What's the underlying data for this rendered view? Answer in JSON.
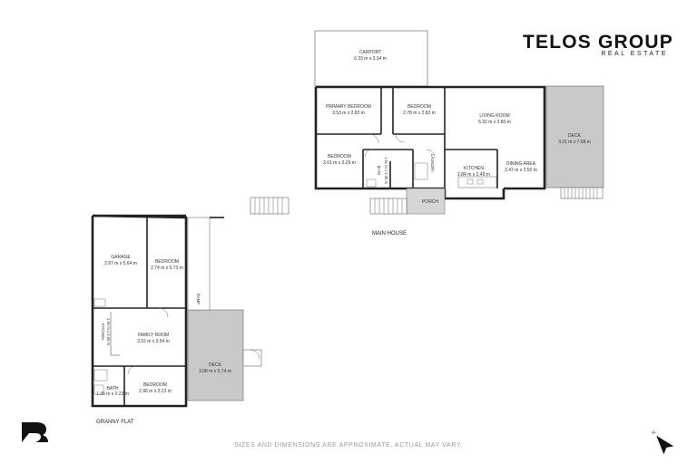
{
  "brand": {
    "name": "TELOS GROUP",
    "tagline": "REAL ESTATE"
  },
  "main_house": {
    "label": "MAIN HOUSE",
    "rooms": {
      "carport": {
        "name": "CARPORT",
        "dims": "6.33 m x 3.34 m"
      },
      "primary_bedroom": {
        "name": "PRIMARY BEDROOM",
        "dims": "3.53 m x 2.82 m"
      },
      "bedroom_2": {
        "name": "BEDROOM",
        "dims": "2.78 m x 2.82 m"
      },
      "bedroom_3": {
        "name": "BEDROOM",
        "dims": "2.61 m x 3.29 m"
      },
      "living_room": {
        "name": "LIVING ROOM",
        "dims": "5.32 m x 3.80 m"
      },
      "deck": {
        "name": "DECK",
        "dims": "3.21 m x 7.08 m"
      },
      "bath": {
        "name": "BATH",
        "dims": "1.51 m x 2.30 m"
      },
      "laundry": {
        "name": "LAUNDRY"
      },
      "kitchen": {
        "name": "KITCHEN",
        "dims": "2.84 m x 2.49 m"
      },
      "dining_area": {
        "name": "DINING AREA",
        "dims": "2.47 m x 2.50 m"
      },
      "porch": {
        "name": "PORCH"
      }
    }
  },
  "granny_flat": {
    "label": "GRANNY FLAT",
    "rooms": {
      "garage": {
        "name": "GARAGE",
        "dims": "2.87 m x 5.64 m"
      },
      "bedroom_a": {
        "name": "BEDROOM",
        "dims": "2.74 m x 5.73 m"
      },
      "family_room": {
        "name": "FAMILY ROOM",
        "dims": "3.16 m x 3.54 m"
      },
      "kitchen": {
        "name": "KITCHEN",
        "dims": "1.94 m x 2.66 m"
      },
      "deck": {
        "name": "DECK",
        "dims": "3.08 m x 5.74 m"
      },
      "bath": {
        "name": "BATH",
        "dims": "1.36 m x 2.23 m"
      },
      "bedroom_b": {
        "name": "BEDROOM",
        "dims": "2.96 m x 2.23 m"
      },
      "ramp": {
        "name": "RAMP"
      }
    }
  },
  "footer_note": "SIZES AND DIMENSIONS ARE APPROXIMATE, ACTUAL MAY VARY.",
  "icons": {
    "logo": "brand-logo-icon",
    "north": "north-arrow-icon"
  },
  "colors": {
    "deck_fill": "#c9c9c9",
    "wall": "#222222",
    "footer_text": "#9a9a9a"
  }
}
